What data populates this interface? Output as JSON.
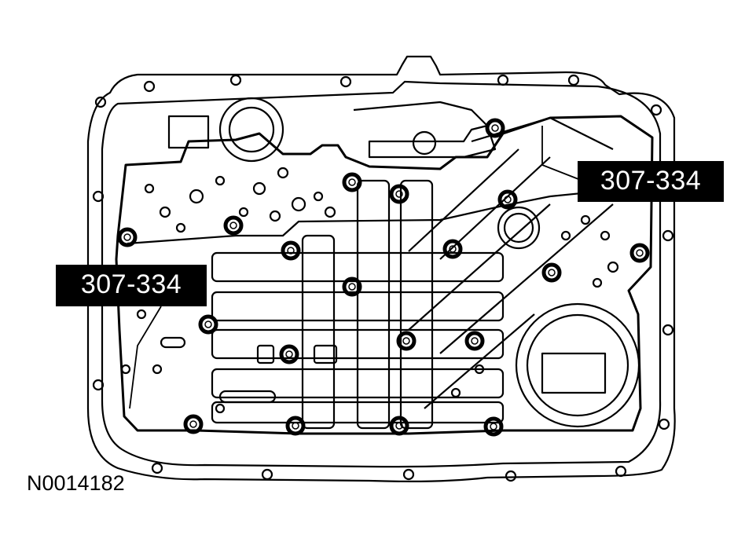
{
  "callouts": {
    "right": "307-334",
    "left": "307-334"
  },
  "figure_id": "N0014182",
  "colors": {
    "line": "#000000",
    "background": "#ffffff",
    "callout_bg": "#000000",
    "callout_text": "#ffffff"
  }
}
